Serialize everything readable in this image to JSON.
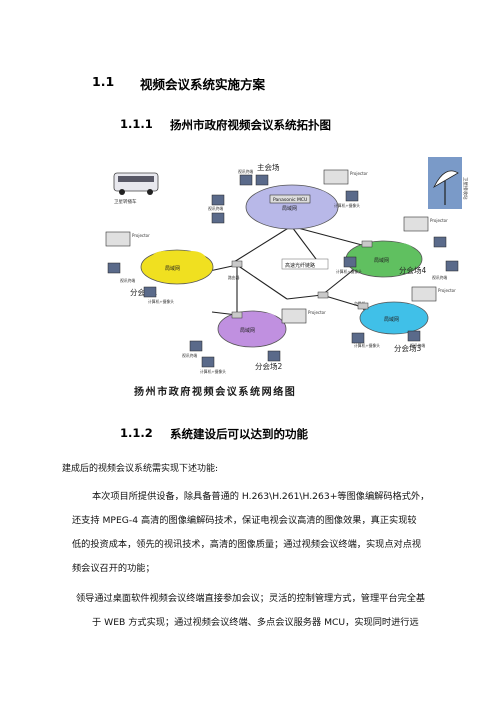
{
  "section": {
    "number": "1.1",
    "title": "视频会议系统实施方案"
  },
  "subsection1": {
    "number": "1.1.1",
    "title": "扬州市政府视频会议系统拓扑图"
  },
  "figure": {
    "main_venue": "主会场",
    "branch1": "分会场1",
    "branch2": "分会场2",
    "branch3": "分会场3",
    "branch4": "分会场4",
    "caption": "扬州市政府视频会议系统网络图",
    "network": "局域网",
    "backbone": "高速光纤链路",
    "mcu": "Panasonic MCU",
    "van": "卫星转播车",
    "dish": "卫星接收站",
    "terminal": "视讯终端",
    "pc_label": "计算机+摄像头",
    "switch": "交换机",
    "router": "路由器",
    "projector": "Projector"
  },
  "subsection2": {
    "number": "1.1.2",
    "title": "系统建设后可以达到的功能"
  },
  "intro": "建成后的视频会议系统需实现下述功能:",
  "para1": [
    "本次项目所提供设备，除具备普通的 H.263\\H.261\\H.263+等图像编解码格式外，",
    "还支持 MPEG-4 高清的图像编解码技术，保证电视会议高清的图像效果，真正实现较",
    "低的投资成本，领先的视讯技术，高清的图像质量；通过视频会议终端，实现点对点视",
    "频会议召开的功能；"
  ],
  "para2": [
    "领导通过桌面软件视频会议终端直接参加会议；灵活的控制管理方式，管理平台完全基",
    "于 WEB 方式实现；通过视频会议终端、多点会议服务器 MCU，实现同时进行远"
  ],
  "colors": {
    "text": "#000000",
    "cloud_main": "#b8b8e8",
    "cloud_left": "#f0e020",
    "cloud_right": "#60c060",
    "cloud_br": "#40c0e8",
    "cloud_bottom": "#c090e0",
    "link": "#222222",
    "caption": "#1a1a1a"
  }
}
